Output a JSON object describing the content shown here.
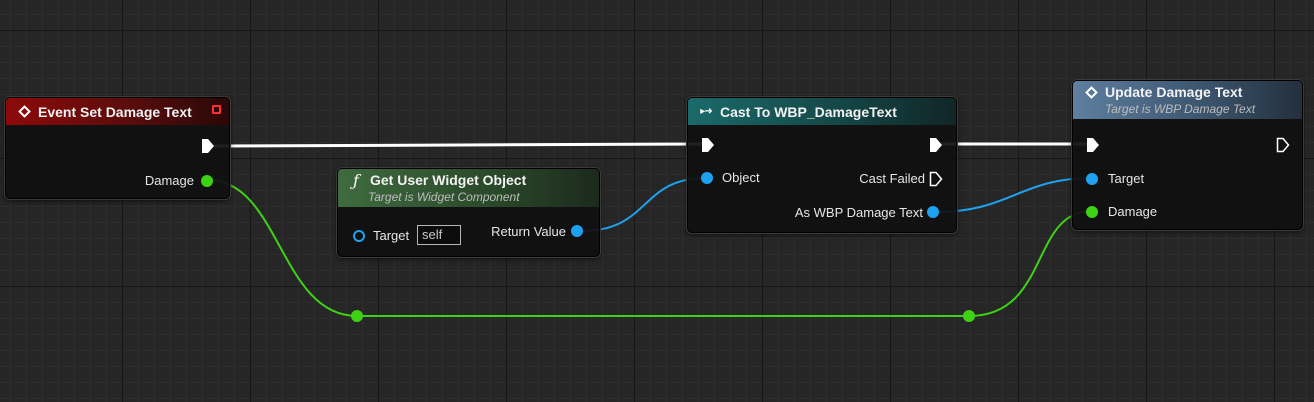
{
  "nodes": {
    "event_set_damage_text": {
      "title": "Event Set Damage Text",
      "outputs": {
        "damage_label": "Damage"
      }
    },
    "get_user_widget_object": {
      "title": "Get User Widget Object",
      "subtitle": "Target is Widget Component",
      "inputs": {
        "target_label": "Target",
        "target_value": "self"
      },
      "outputs": {
        "return_label": "Return Value"
      }
    },
    "cast_to_wbp": {
      "title": "Cast To WBP_DamageText",
      "inputs": {
        "object_label": "Object"
      },
      "outputs": {
        "cast_failed_label": "Cast Failed",
        "as_label": "As WBP Damage Text"
      }
    },
    "update_damage_text": {
      "title": "Update Damage Text",
      "subtitle": "Target is WBP Damage Text",
      "inputs": {
        "target_label": "Target",
        "damage_label": "Damage"
      }
    }
  },
  "colors": {
    "exec_wire": "#ffffff",
    "float_wire": "#3dd214",
    "object_wire": "#1ea2f0",
    "event_header": "#8e0a0a",
    "function_header": "#3f6b3f",
    "cast_header": "#1b6a6a",
    "update_header": "#5f7fa0"
  },
  "icons": {
    "event": "event-diamond-icon",
    "function": "function-f-icon",
    "cast": "cast-arrows-icon",
    "update": "function-diamond-icon",
    "delegate": "delegate-square-icon"
  }
}
